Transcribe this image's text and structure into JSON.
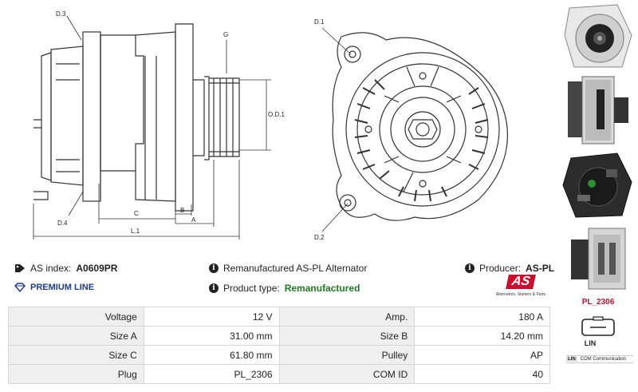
{
  "drawing": {
    "labels": {
      "d3": "D.3",
      "d4": "D.4",
      "g": "G",
      "od1": "O.D.1",
      "c": "C",
      "b": "B",
      "a": "A",
      "l1": "L.1",
      "d1": "D.1",
      "d2": "D.2"
    }
  },
  "info": {
    "as_index_label": "AS index:",
    "as_index_value": "A0609PR",
    "premium": "PREMIUM LINE",
    "description": "Remanufactured AS-PL Alternator",
    "product_type_label": "Product type:",
    "product_type_value": "Remanufactured",
    "producer_label": "Producer:",
    "producer_value": "AS-PL",
    "logo_text": "AS",
    "logo_tagline": "Alternators, Starters & Parts"
  },
  "specs": [
    {
      "label1": "Voltage",
      "value1": "12 V",
      "label2": "Amp.",
      "value2": "180 A"
    },
    {
      "label1": "Size A",
      "value1": "31.00 mm",
      "label2": "Size B",
      "value2": "14.20 mm"
    },
    {
      "label1": "Size C",
      "value1": "61.80 mm",
      "label2": "Pulley",
      "value2": "AP"
    },
    {
      "label1": "Plug",
      "value1": "PL_2306",
      "label2": "COM ID",
      "value2": "40"
    }
  ],
  "plug": {
    "title": "PL_2306",
    "connector_label": "LIN",
    "com_code": "LIN",
    "com_text": "COM Communication"
  },
  "colors": {
    "accent_red": "#c8102e",
    "premium_blue": "#1f3c88",
    "green": "#1f7a1f",
    "table_label_bg": "#efefef"
  },
  "icons": {
    "tag": "tag-icon",
    "info": "info-icon",
    "diamond": "diamond-icon"
  }
}
